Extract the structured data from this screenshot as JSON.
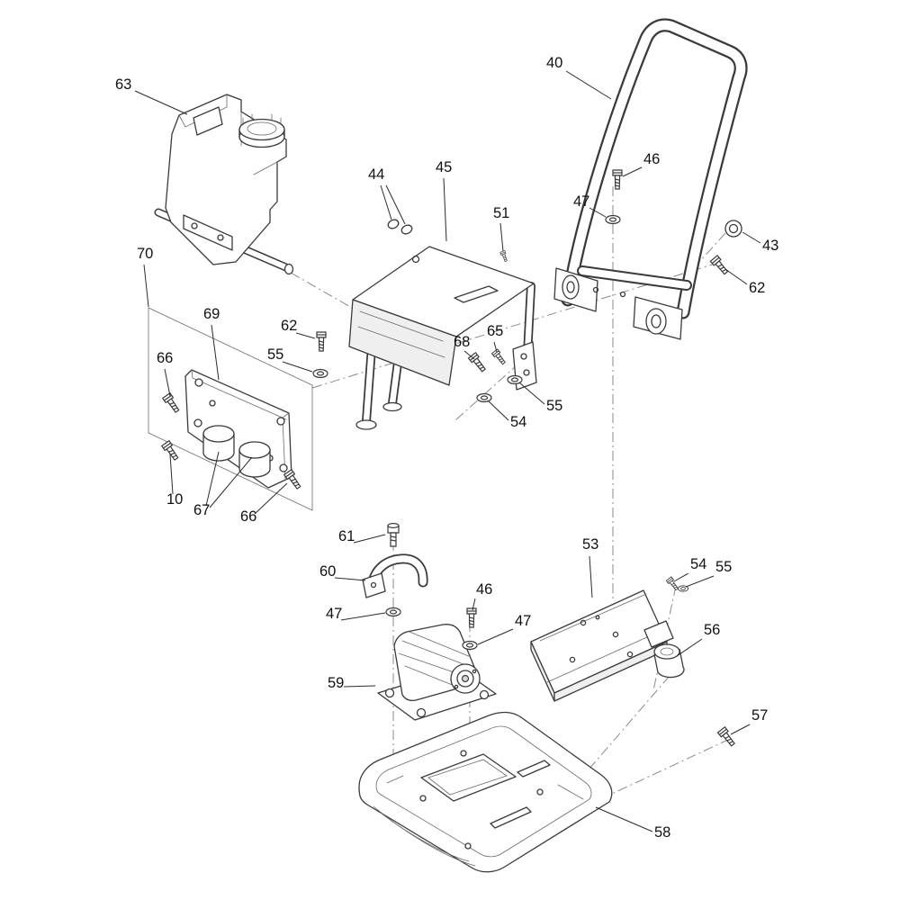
{
  "diagram": {
    "type": "exploded-parts-diagram",
    "background_color": "#ffffff",
    "line_color": "#3a3a3a",
    "label_color": "#111111",
    "labels": [
      {
        "part": "63"
      },
      {
        "part": "40"
      },
      {
        "part": "44"
      },
      {
        "part": "45"
      },
      {
        "part": "51"
      },
      {
        "part": "46"
      },
      {
        "part": "47"
      },
      {
        "part": "43"
      },
      {
        "part": "62"
      },
      {
        "part": "70"
      },
      {
        "part": "69"
      },
      {
        "part": "66"
      },
      {
        "part": "62"
      },
      {
        "part": "55"
      },
      {
        "part": "68"
      },
      {
        "part": "65"
      },
      {
        "part": "55"
      },
      {
        "part": "54"
      },
      {
        "part": "10"
      },
      {
        "part": "67"
      },
      {
        "part": "66"
      },
      {
        "part": "61"
      },
      {
        "part": "60"
      },
      {
        "part": "46"
      },
      {
        "part": "47"
      },
      {
        "part": "47"
      },
      {
        "part": "53"
      },
      {
        "part": "54"
      },
      {
        "part": "55"
      },
      {
        "part": "56"
      },
      {
        "part": "59"
      },
      {
        "part": "57"
      },
      {
        "part": "58"
      }
    ]
  }
}
